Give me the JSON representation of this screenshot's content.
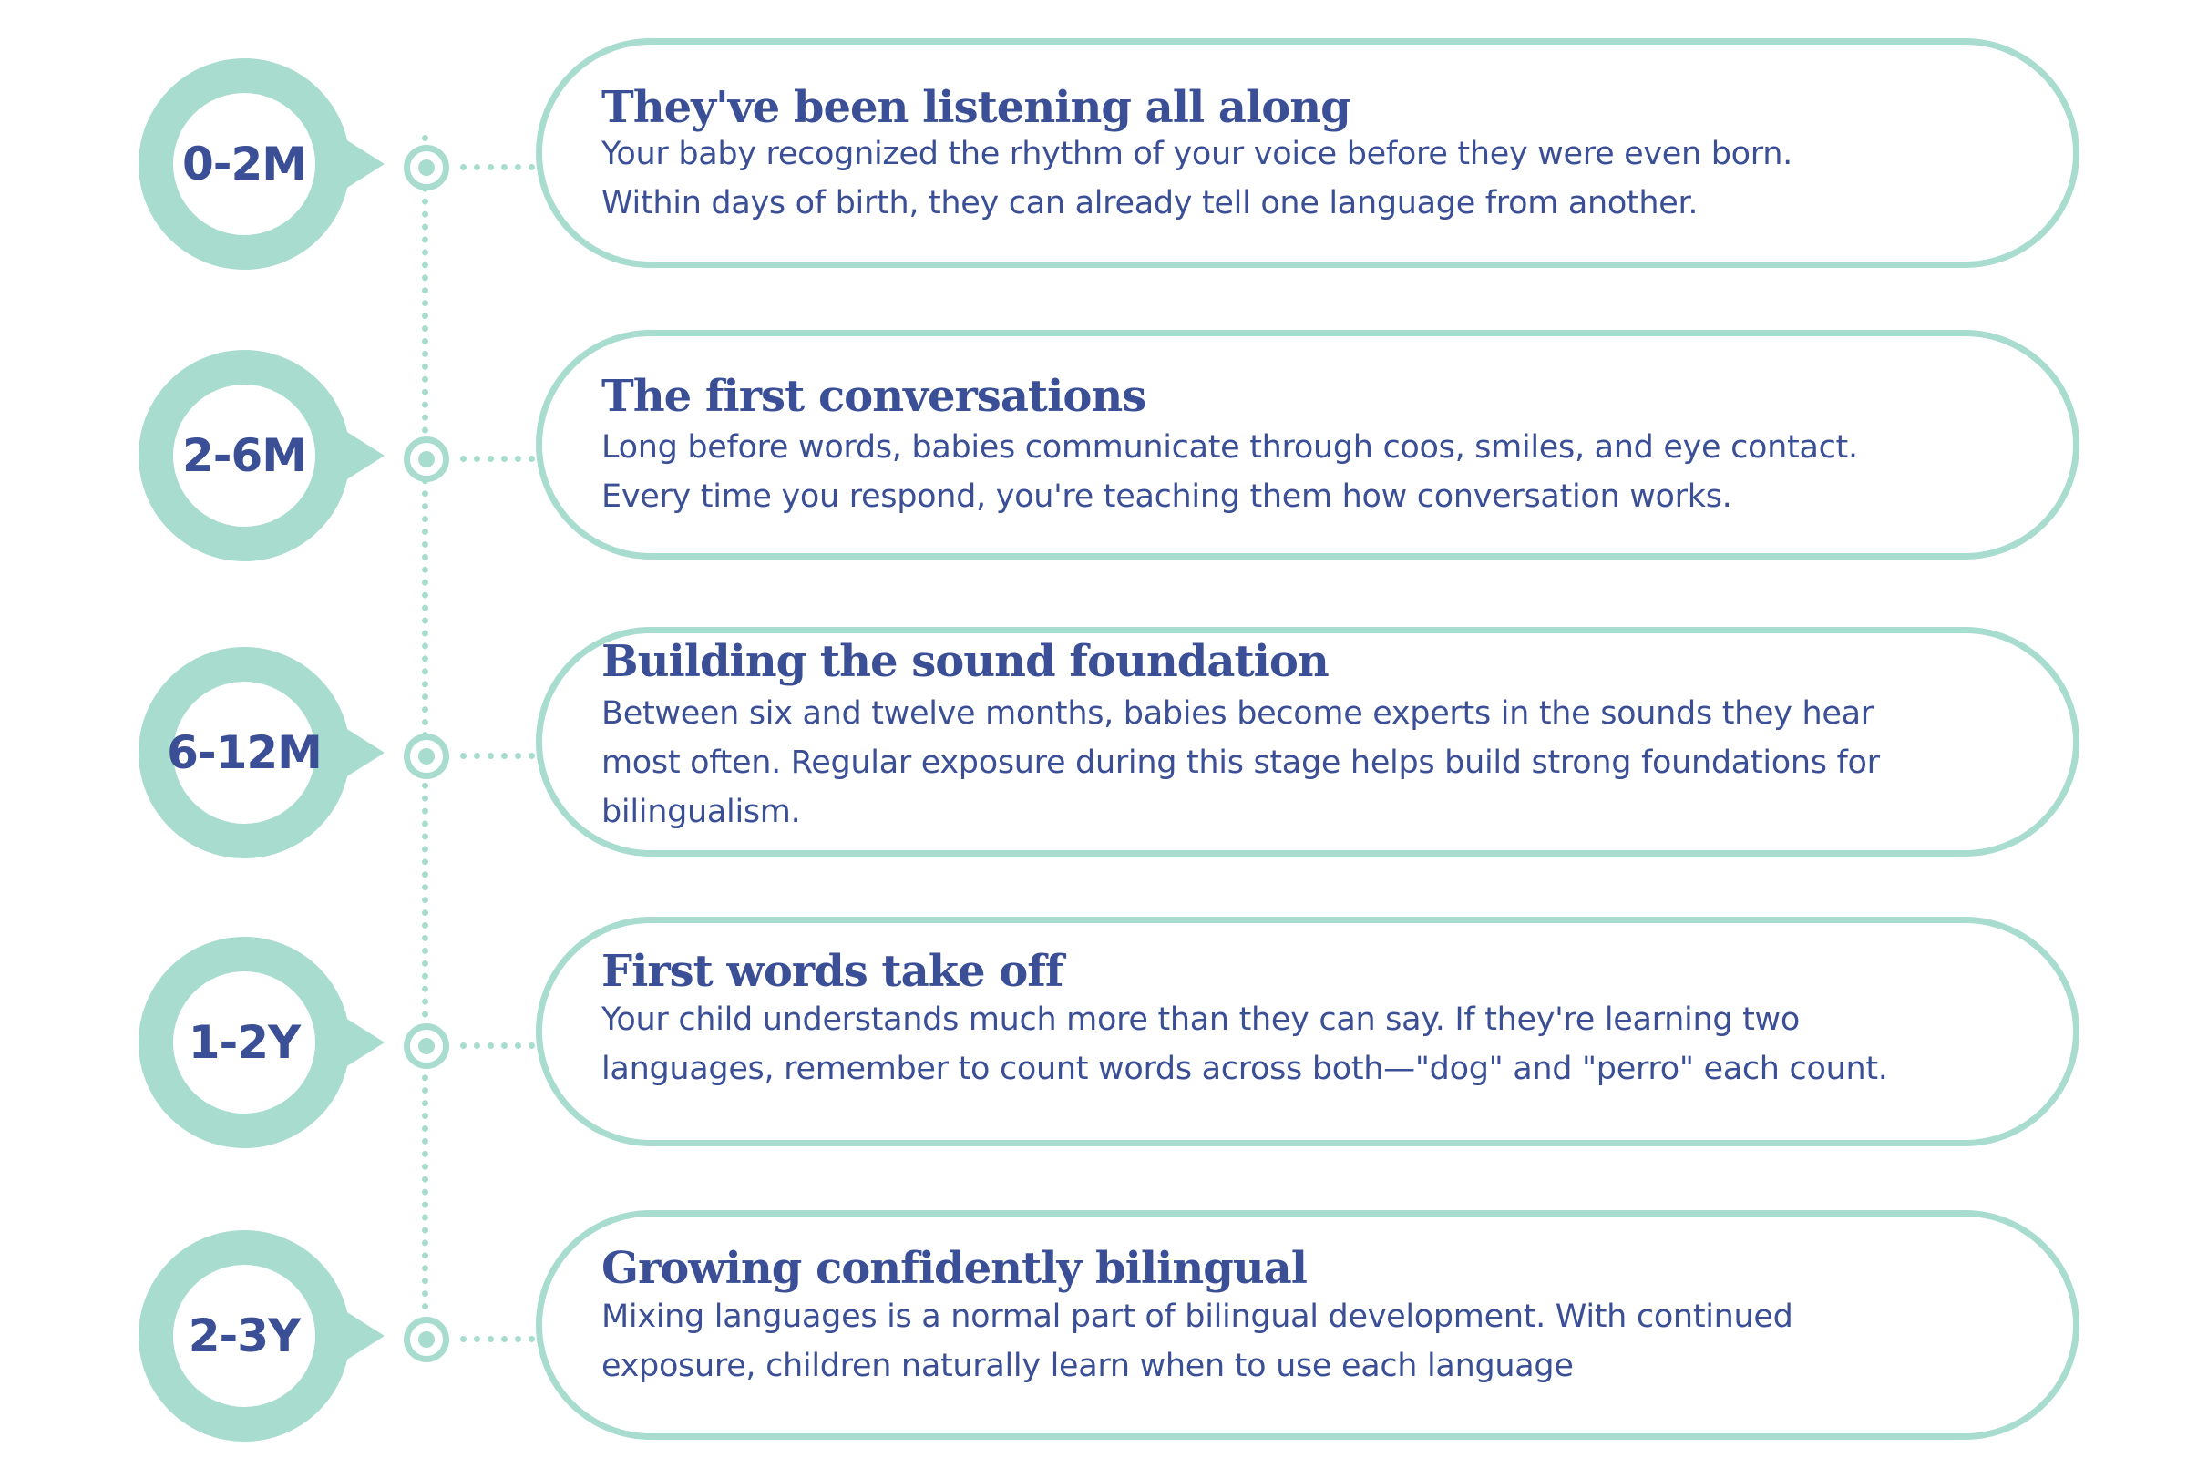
{
  "colors": {
    "accent": "#a8dccf",
    "text": "#3b4f96",
    "background": "#ffffff"
  },
  "stages": [
    {
      "label": "0-2M",
      "title": "They've been listening all along",
      "lines": [
        "Your baby recognized the rhythm of your voice before they were even born.",
        "Within days of birth, they can already tell one language from another."
      ]
    },
    {
      "label": "2-6M",
      "title": "The first conversations",
      "lines": [
        "Long before words, babies communicate through coos, smiles, and eye contact.",
        "Every time you respond, you're teaching them how conversation works."
      ]
    },
    {
      "label": "6-12M",
      "title": "Building the sound foundation",
      "lines": [
        "Between six and twelve months, babies become experts in the sounds they hear",
        "most often. Regular exposure during this stage helps build strong foundations for",
        "bilingualism."
      ]
    },
    {
      "label": "1-2Y",
      "title": "First words take off",
      "lines": [
        "Your child understands much more than they can say. If they're learning two",
        "languages, remember to count words across both—\"dog\" and \"perro\" each count."
      ]
    },
    {
      "label": "2-3Y",
      "title": "Growing confidently bilingual",
      "lines": [
        "Mixing languages is a normal part of bilingual development. With continued",
        "exposure, children naturally learn when to use each language"
      ]
    }
  ]
}
